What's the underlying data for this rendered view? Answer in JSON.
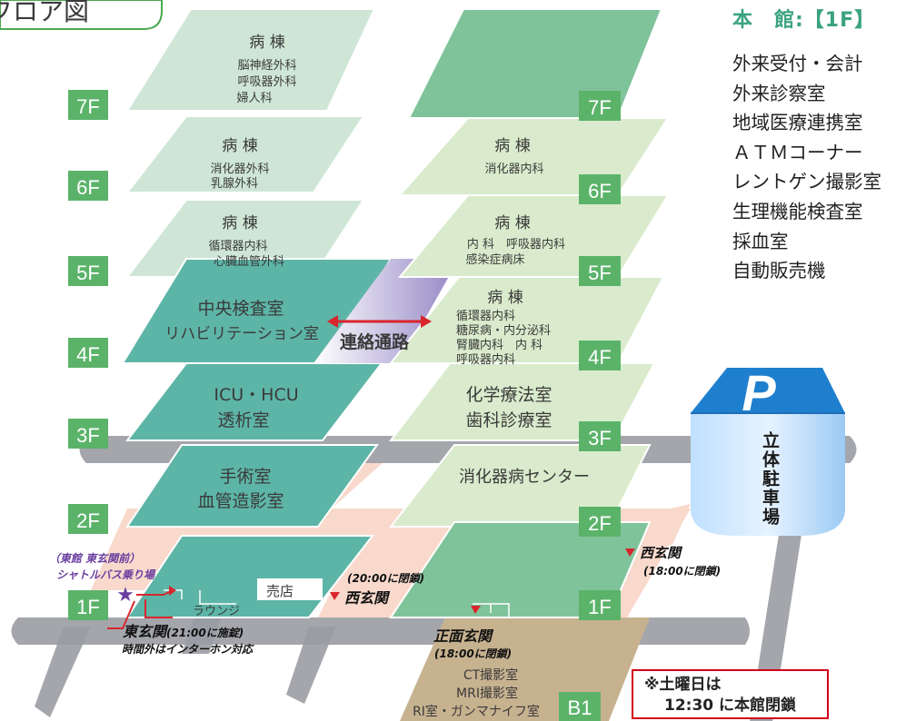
{
  "header": {
    "partial_title": "フロア図"
  },
  "main_building": {
    "title": "本　館:【1F】",
    "items": [
      "外来受付・会計",
      "外来診察室",
      "地域医療連携室",
      "ＡＴＭコーナー",
      "レントゲン撮影室",
      "生理機能検査室",
      "採血室",
      "自動販売機"
    ]
  },
  "floor_labels": {
    "f7": "7F",
    "f6": "6F",
    "f5": "5F",
    "f4": "4F",
    "f3": "3F",
    "f2": "2F",
    "f1": "1F",
    "b1": "B1"
  },
  "east_building": {
    "f7": {
      "title": "病 棟",
      "lines": [
        "脳神経外科",
        "呼吸器外科",
        "婦人科"
      ]
    },
    "f6": {
      "title": "病 棟",
      "lines": [
        "消化器外科",
        "乳腺外科"
      ]
    },
    "f5": {
      "title": "病 棟",
      "lines": [
        "循環器内科",
        "心臓血管外科"
      ]
    },
    "f4": {
      "lines": [
        "中央検査室",
        "リハビリテーション室"
      ]
    },
    "f3": {
      "lines": [
        "ICU・HCU",
        "透析室"
      ]
    },
    "f2": {
      "lines": [
        "手術室",
        "血管造影室"
      ]
    }
  },
  "west_building": {
    "f6": {
      "title": "病 棟",
      "lines": [
        "消化器内科"
      ]
    },
    "f5": {
      "title": "病 棟",
      "lines": [
        "内 科　呼吸器内科",
        "感染症病床"
      ]
    },
    "f4": {
      "title": "病 棟",
      "lines": [
        "循環器内科",
        "糖尿病・内分泌科",
        "腎臓内科　内 科",
        "呼吸器内科"
      ]
    },
    "f3": {
      "lines": [
        "化学療法室",
        "歯科診療室"
      ]
    },
    "f2": {
      "lines": [
        "消化器病センター"
      ]
    },
    "b1": {
      "lines": [
        "CT撮影室",
        "MRI撮影室",
        "RI室・ガンマナイフ室"
      ]
    }
  },
  "corridor": "連絡通路",
  "parking": {
    "icon": "P",
    "label": "立体駐車場"
  },
  "floor1": {
    "shop": "売店",
    "lounge": "ラウンジ",
    "shuttle": [
      "（東館 東玄関前）",
      "シャトルバス乗り場"
    ],
    "east_entrance": "東玄関",
    "east_entrance_note": "(21:00に施錠)",
    "east_entrance_after": "時間外はインターホン対応",
    "west_entrance_inner_note": "(20:00に閉鎖)",
    "west_entrance_inner": "西玄関",
    "west_entrance_outer": "西玄関",
    "west_entrance_outer_note": "(18:00に閉鎖)",
    "main_entrance": "正面玄関",
    "main_entrance_note": "(18:00に閉鎖)"
  },
  "notice": {
    "line1": "※土曜日は",
    "line2": "12:30 に本館閉鎖"
  },
  "colors": {
    "ward": "#cfe6d6",
    "teal": "#5db5a7",
    "west_light": "#d9ebcc",
    "west_dark": "#7fc39a",
    "badge": "#5bb36a",
    "road": "#9a9ca3",
    "salmon": "#f8d9cc",
    "red": "#d8262c",
    "purple": "#6a3fa0",
    "parking": "#1f7fcf",
    "b1": "#c7b28f"
  }
}
